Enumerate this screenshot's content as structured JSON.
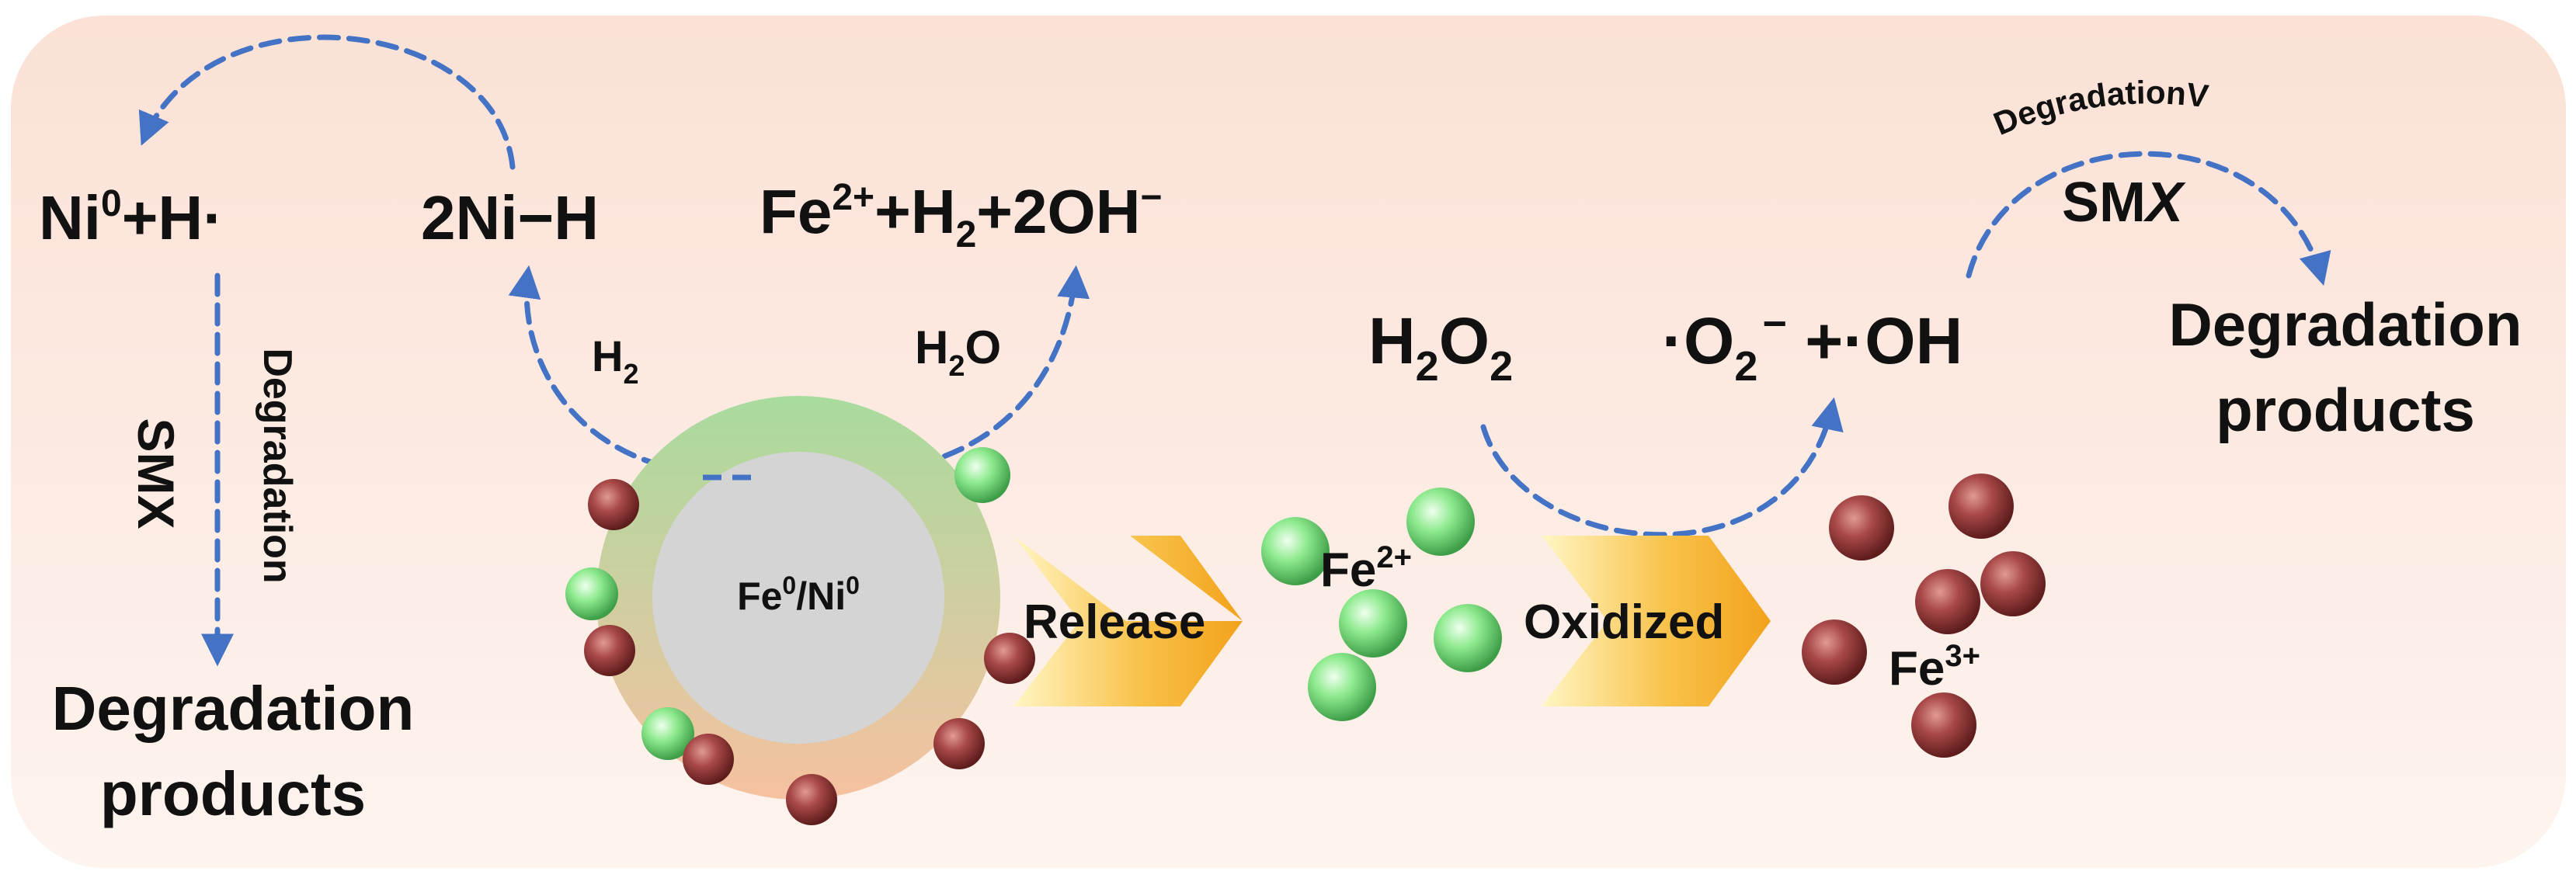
{
  "colors": {
    "arrow_dashed": "#4472C4",
    "background_top": "#FBE1D6",
    "background_bottom": "#FDF4EE",
    "core_gray": "#D4D4D4",
    "shell_green": "#A8DB9E",
    "shell_orange": "#F6C1A0",
    "fe2_sphere": "#8EEA8E",
    "fe3_sphere": "#A84848",
    "chevron_orange": "#F2A21B",
    "chevron_yellow": "#FFF6C4"
  },
  "labels": {
    "ni0_h_radical": {
      "a": "Ni",
      "a_sup": "0",
      "b": "+H·"
    },
    "two_ni_h": "2Ni−H",
    "fe2_h2_2oh": {
      "a": "Fe",
      "a_sup": "2+",
      "b": "+H",
      "b_sub": "2",
      "c": "+2OH",
      "c_sup": "−"
    },
    "h2_left": {
      "a": "H",
      "a_sub": "2"
    },
    "h2o": {
      "a": "H",
      "a_sub": "2",
      "b": "O"
    },
    "h2o2": {
      "a": "H",
      "a_sub": "2",
      "b": "O",
      "b_sub": "2"
    },
    "superoxide_hydroxyl": {
      "a": "·O",
      "a_sub": "2",
      "a_sup": "−",
      "b": " +·OH"
    },
    "core": {
      "a": "Fe",
      "a_sup": "0",
      "b": "/Ni",
      "b_sup": "0"
    },
    "release": "Release",
    "oxidized": "Oxidized",
    "fe2_ion": {
      "a": "Fe",
      "a_sup": "2+"
    },
    "fe3_ion": {
      "a": "Fe",
      "a_sup": "3+"
    },
    "smx_left": "SMX",
    "degradation_left": "Degradation",
    "smx_right": {
      "a": "SM",
      "b": "X"
    },
    "degradation_right": "DegradationV",
    "degradation_products_left": [
      "Degradation",
      "products"
    ],
    "degradation_products_right": [
      "Degradation",
      "products"
    ]
  }
}
